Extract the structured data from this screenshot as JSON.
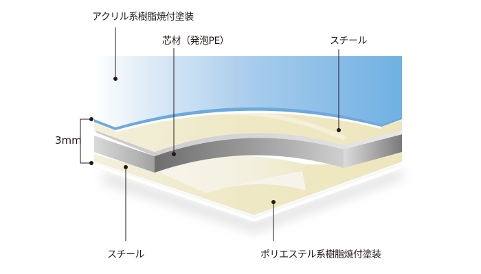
{
  "diagram": {
    "type": "layered-cross-section",
    "labels": {
      "acrylic_coating": "アクリル系樹脂焼付塗装",
      "core": "芯材（発泡PE）",
      "steel_top": "スチール",
      "steel_bottom": "スチール",
      "polyester_coating": "ポリエステル系樹脂焼付塗装",
      "thickness": "3mm"
    },
    "layers": [
      {
        "name": "acrylic_coating",
        "color": "#7fb7e3"
      },
      {
        "name": "steel_top",
        "color": "#efe9c6"
      },
      {
        "name": "core",
        "color": "#9e9e9e"
      },
      {
        "name": "steel_bottom",
        "color": "#efe9c6"
      },
      {
        "name": "polyester_coating",
        "color": "#f7f7f7"
      }
    ],
    "leader_color": "#231815"
  }
}
